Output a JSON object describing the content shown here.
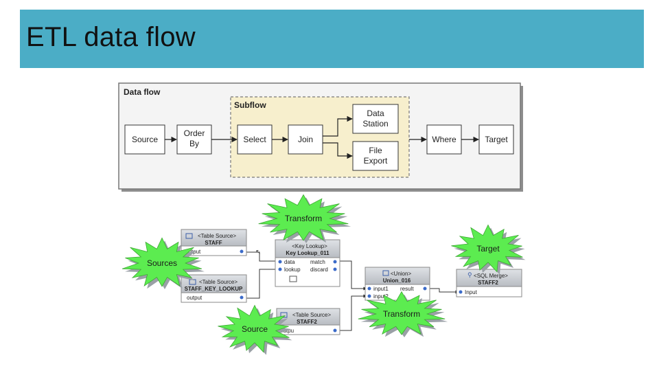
{
  "header": {
    "title": "ETL data flow"
  },
  "dataflow": {
    "title": "Data flow",
    "subflow_label": "Subflow",
    "nodes": {
      "source": [
        "Source"
      ],
      "orderby": [
        "Order",
        "By"
      ],
      "select": [
        "Select"
      ],
      "join": [
        "Join"
      ],
      "datastation": [
        "Data",
        "Station"
      ],
      "fileexport": [
        "File",
        "Export"
      ],
      "where": [
        "Where"
      ],
      "target": [
        "Target"
      ]
    }
  },
  "etl": {
    "bursts": {
      "transform_top": "Transform",
      "target": "Target",
      "sources": "Sources",
      "source": "Source",
      "transform_bottom": "Transform"
    },
    "components": {
      "staff": {
        "type": "<Table Source>",
        "name": "STAFF",
        "ports_out": [
          "output"
        ]
      },
      "staff_key_lookup": {
        "type": "<Table Source>",
        "name": "STAFF_KEY_LOOKUP",
        "ports_out": [
          "output"
        ]
      },
      "key_lookup": {
        "type": "<Key Lookup>",
        "name": "Key Lookup_011",
        "ports_in": [
          "data",
          "lookup"
        ],
        "ports_out": [
          "match",
          "discard"
        ]
      },
      "staff2_source": {
        "type": "<Table Source>",
        "name": "STAFF2",
        "ports_out": [
          "outpu"
        ]
      },
      "union": {
        "type": "<Union>",
        "name": "Union_016",
        "ports_in": [
          "input1",
          "input2"
        ],
        "ports_out": [
          "result"
        ]
      },
      "sql_merge": {
        "type": "<SQL Merge>",
        "name": "STAFF2",
        "ports_in": [
          "Input"
        ]
      }
    },
    "colors": {
      "burst": "#5cec50",
      "burst_shadow": "#9aa0a6",
      "panel_header": "#c8cbd0"
    }
  }
}
